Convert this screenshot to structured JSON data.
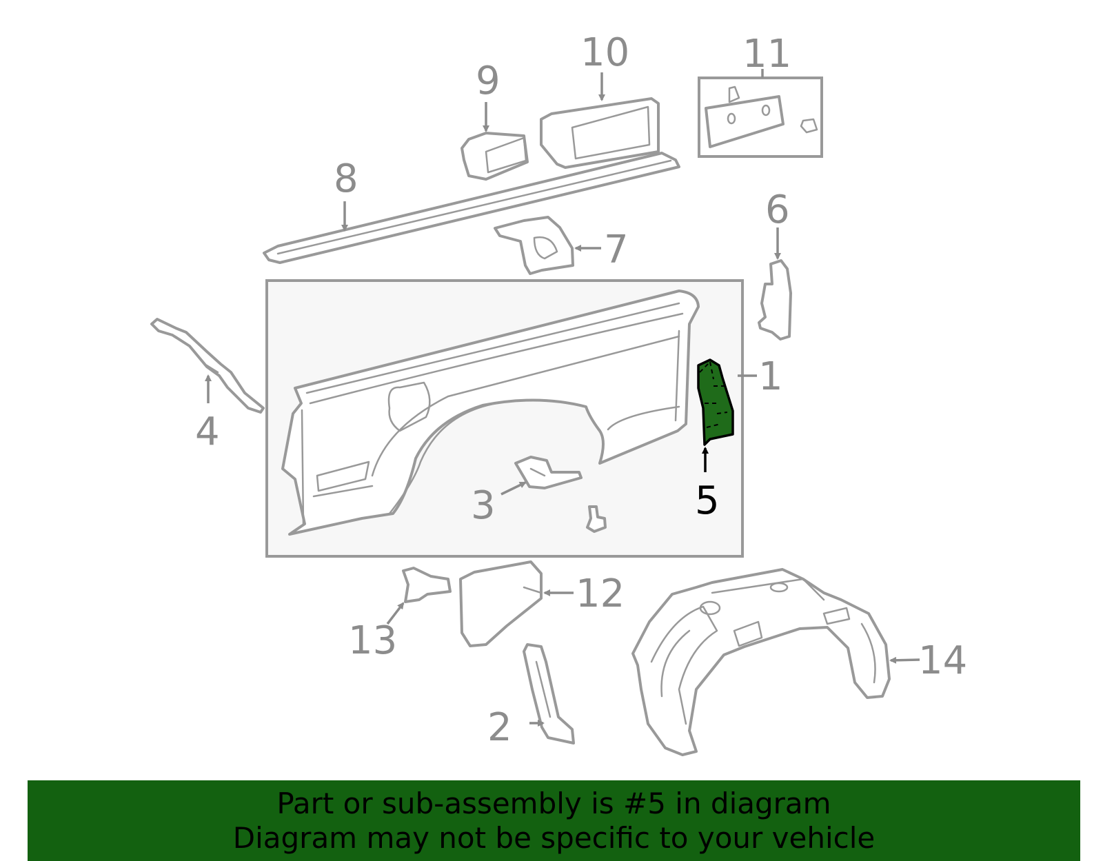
{
  "diagram": {
    "callouts": [
      {
        "id": "1",
        "label": "1"
      },
      {
        "id": "2",
        "label": "2"
      },
      {
        "id": "3",
        "label": "3"
      },
      {
        "id": "4",
        "label": "4"
      },
      {
        "id": "5",
        "label": "5",
        "highlighted": true
      },
      {
        "id": "6",
        "label": "6"
      },
      {
        "id": "7",
        "label": "7"
      },
      {
        "id": "8",
        "label": "8"
      },
      {
        "id": "9",
        "label": "9"
      },
      {
        "id": "10",
        "label": "10"
      },
      {
        "id": "11",
        "label": "11"
      },
      {
        "id": "12",
        "label": "12"
      },
      {
        "id": "13",
        "label": "13"
      },
      {
        "id": "14",
        "label": "14"
      }
    ],
    "highlighted_part": "5"
  },
  "footer": {
    "line1": "Part or sub-assembly is #5 in diagram",
    "line2": "Diagram may not be specific to your vehicle"
  },
  "colors": {
    "banner_bg": "#136110",
    "highlight_fill": "#1f6b1a",
    "line": "#999999",
    "panel_bg": "#f7f7f7",
    "text_gray": "#8c8c8c"
  }
}
